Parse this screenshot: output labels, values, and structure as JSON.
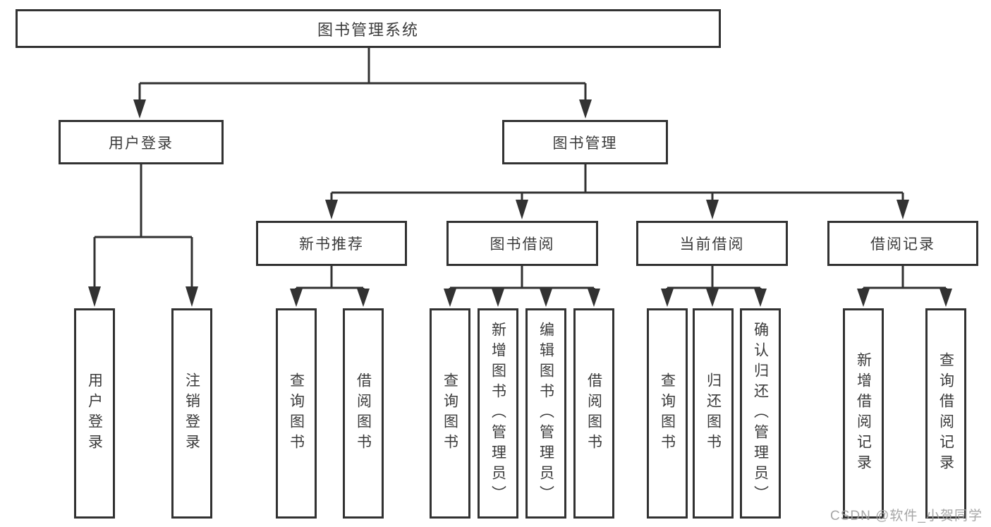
{
  "colors": {
    "background": "#ffffff",
    "box_border": "#323232",
    "connector_line": "#323232",
    "text": "#3b3b3b",
    "watermark_text": "#9e9e9e"
  },
  "watermark": "CSDN @软件_小贺同学",
  "chart_data": {
    "type": "tree-diagram",
    "title": "图书管理系统"
  },
  "nodes": {
    "root": {
      "label": "图书管理系统"
    },
    "level1": [
      {
        "label": "用户登录",
        "parent": "图书管理系统"
      },
      {
        "label": "图书管理",
        "parent": "图书管理系统"
      }
    ],
    "level2": [
      {
        "label": "新书推荐",
        "parent": "图书管理"
      },
      {
        "label": "图书借阅",
        "parent": "图书管理"
      },
      {
        "label": "当前借阅",
        "parent": "图书管理"
      },
      {
        "label": "借阅记录",
        "parent": "图书管理"
      }
    ],
    "leaves": [
      {
        "label": "用户登录",
        "parent": "用户登录"
      },
      {
        "label": "注销登录",
        "parent": "用户登录"
      },
      {
        "label": "查询图书",
        "parent": "新书推荐"
      },
      {
        "label": "借阅图书",
        "parent": "新书推荐"
      },
      {
        "label": "查询图书",
        "parent": "图书借阅"
      },
      {
        "label": "新增图书（管理员）",
        "parent": "图书借阅"
      },
      {
        "label": "编辑图书（管理员）",
        "parent": "图书借阅"
      },
      {
        "label": "借阅图书",
        "parent": "图书借阅"
      },
      {
        "label": "查询图书",
        "parent": "当前借阅"
      },
      {
        "label": "归还图书",
        "parent": "当前借阅"
      },
      {
        "label": "确认归还（管理员）",
        "parent": "当前借阅"
      },
      {
        "label": "新增借阅记录",
        "parent": "借阅记录"
      },
      {
        "label": "查询借阅记录",
        "parent": "借阅记录"
      }
    ]
  }
}
